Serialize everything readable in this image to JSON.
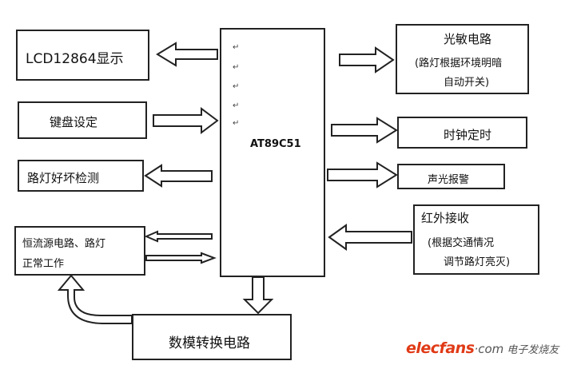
{
  "blocks": {
    "lcd": "LCD12864显示",
    "keypad": "键盘设定",
    "lamp_check": "路灯好坏检测",
    "constant_current_line1": "恒流源电路、路灯",
    "constant_current_line2": "正常工作",
    "mcu": "AT89C51",
    "photo_line1": "光敏电路",
    "photo_line2": "(路灯根据环境明暗",
    "photo_line3": "自动开关)",
    "clock": "时钟定时",
    "alarm": "声光报警",
    "ir_line1": "红外接收",
    "ir_line2": "(根据交通情况",
    "ir_line3": "调节路灯亮灭)",
    "dac": "数模转换电路"
  },
  "mark": "↵",
  "watermark": {
    "brand": "elecfans",
    "domain": "·com",
    "cn": "电子发烧友"
  }
}
